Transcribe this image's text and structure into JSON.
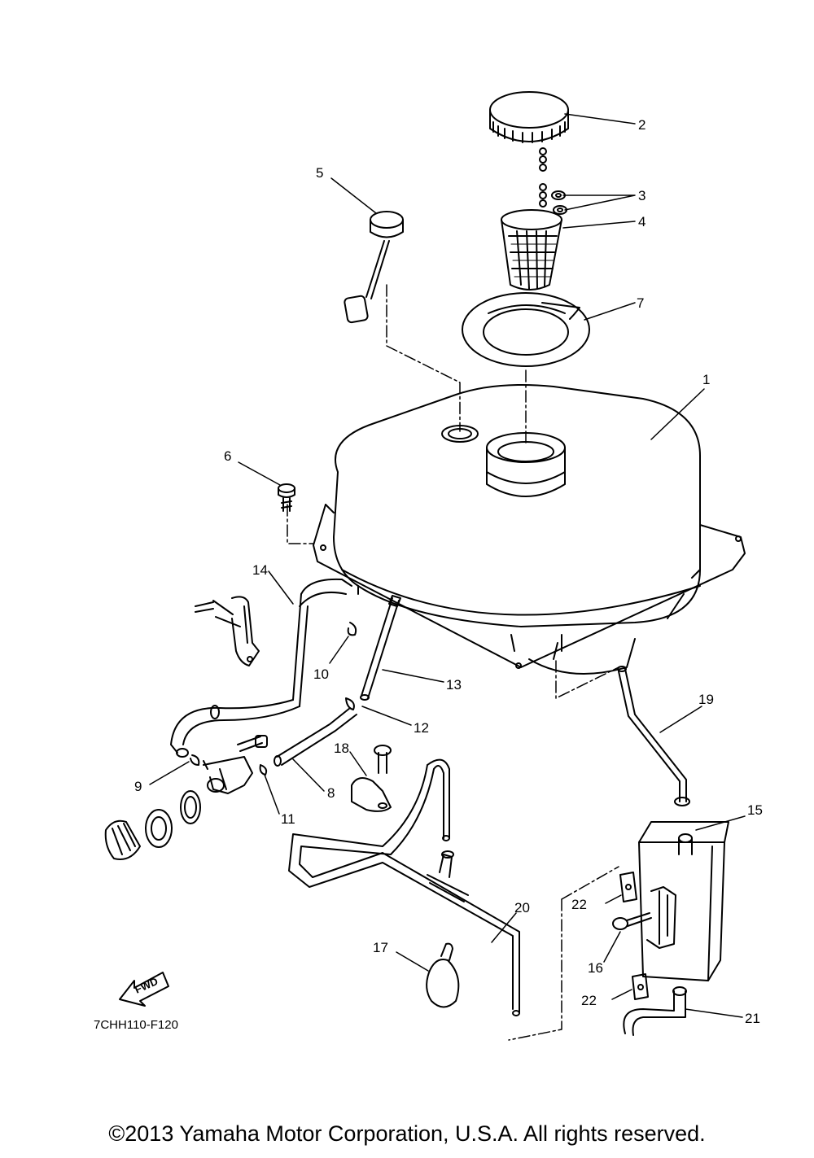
{
  "diagram": {
    "part_labels": {
      "p1": "1",
      "p2": "2",
      "p3": "3",
      "p4": "4",
      "p5": "5",
      "p6": "6",
      "p7": "7",
      "p8": "8",
      "p9": "9",
      "p10": "10",
      "p11": "11",
      "p12": "12",
      "p13": "13",
      "p14": "14",
      "p15": "15",
      "p16": "16",
      "p17": "17",
      "p18": "18",
      "p19": "19",
      "p20": "20",
      "p21": "21",
      "p22a": "22",
      "p22b": "22"
    },
    "fwd_label": "FWD",
    "drawing_code": "7CHH110-F120"
  },
  "footer": {
    "copyright": "©2013 Yamaha Motor Corporation, U.S.A. All rights reserved."
  }
}
